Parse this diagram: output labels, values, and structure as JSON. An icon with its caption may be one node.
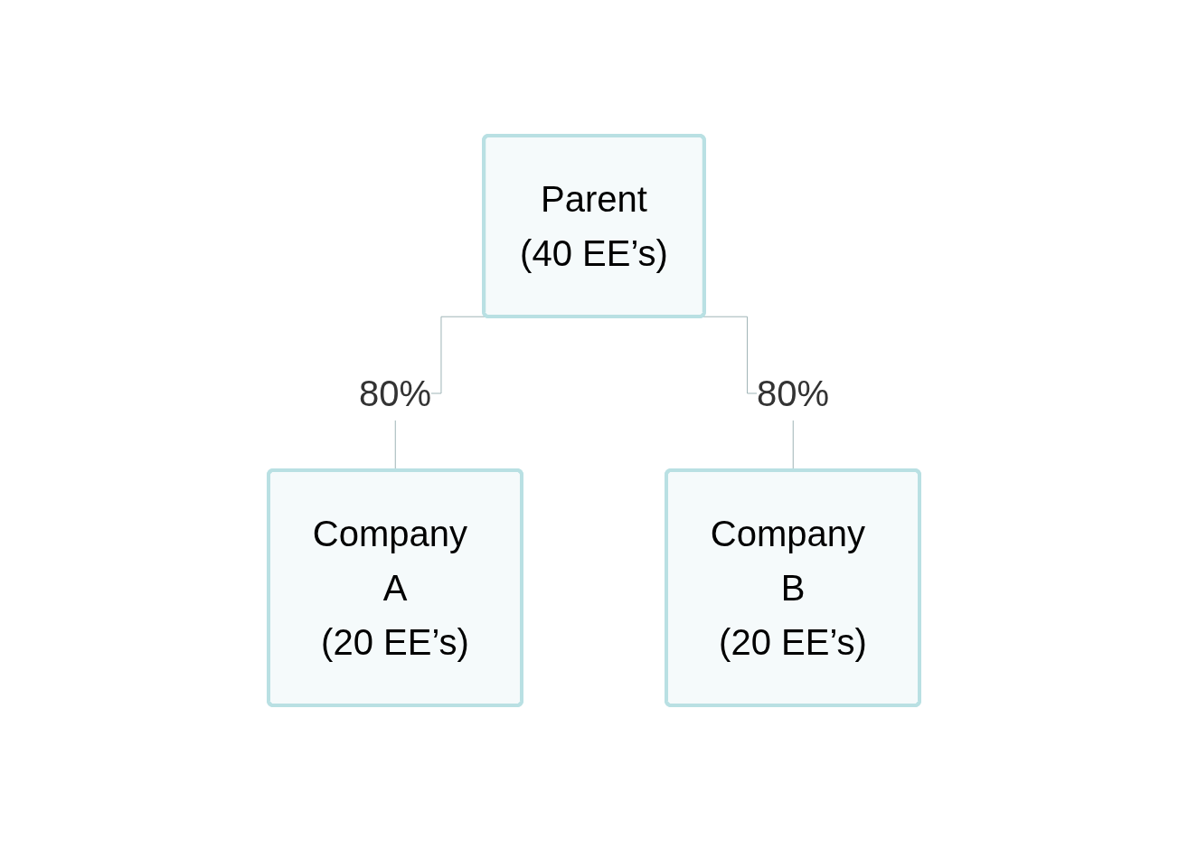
{
  "diagram": {
    "nodes": [
      {
        "text": [
          "Parent",
          "(40 EE’s)"
        ]
      },
      {
        "text": [
          "Company A",
          "(20 EE’s)"
        ]
      },
      {
        "text": [
          "Company B",
          "(20 EE’s)"
        ]
      }
    ],
    "edges": [
      {
        "from": 0,
        "to": 1,
        "arrow": "none",
        "label": "80%"
      },
      {
        "from": 0,
        "to": 2,
        "arrow": "none",
        "label": "80%"
      }
    ]
  }
}
